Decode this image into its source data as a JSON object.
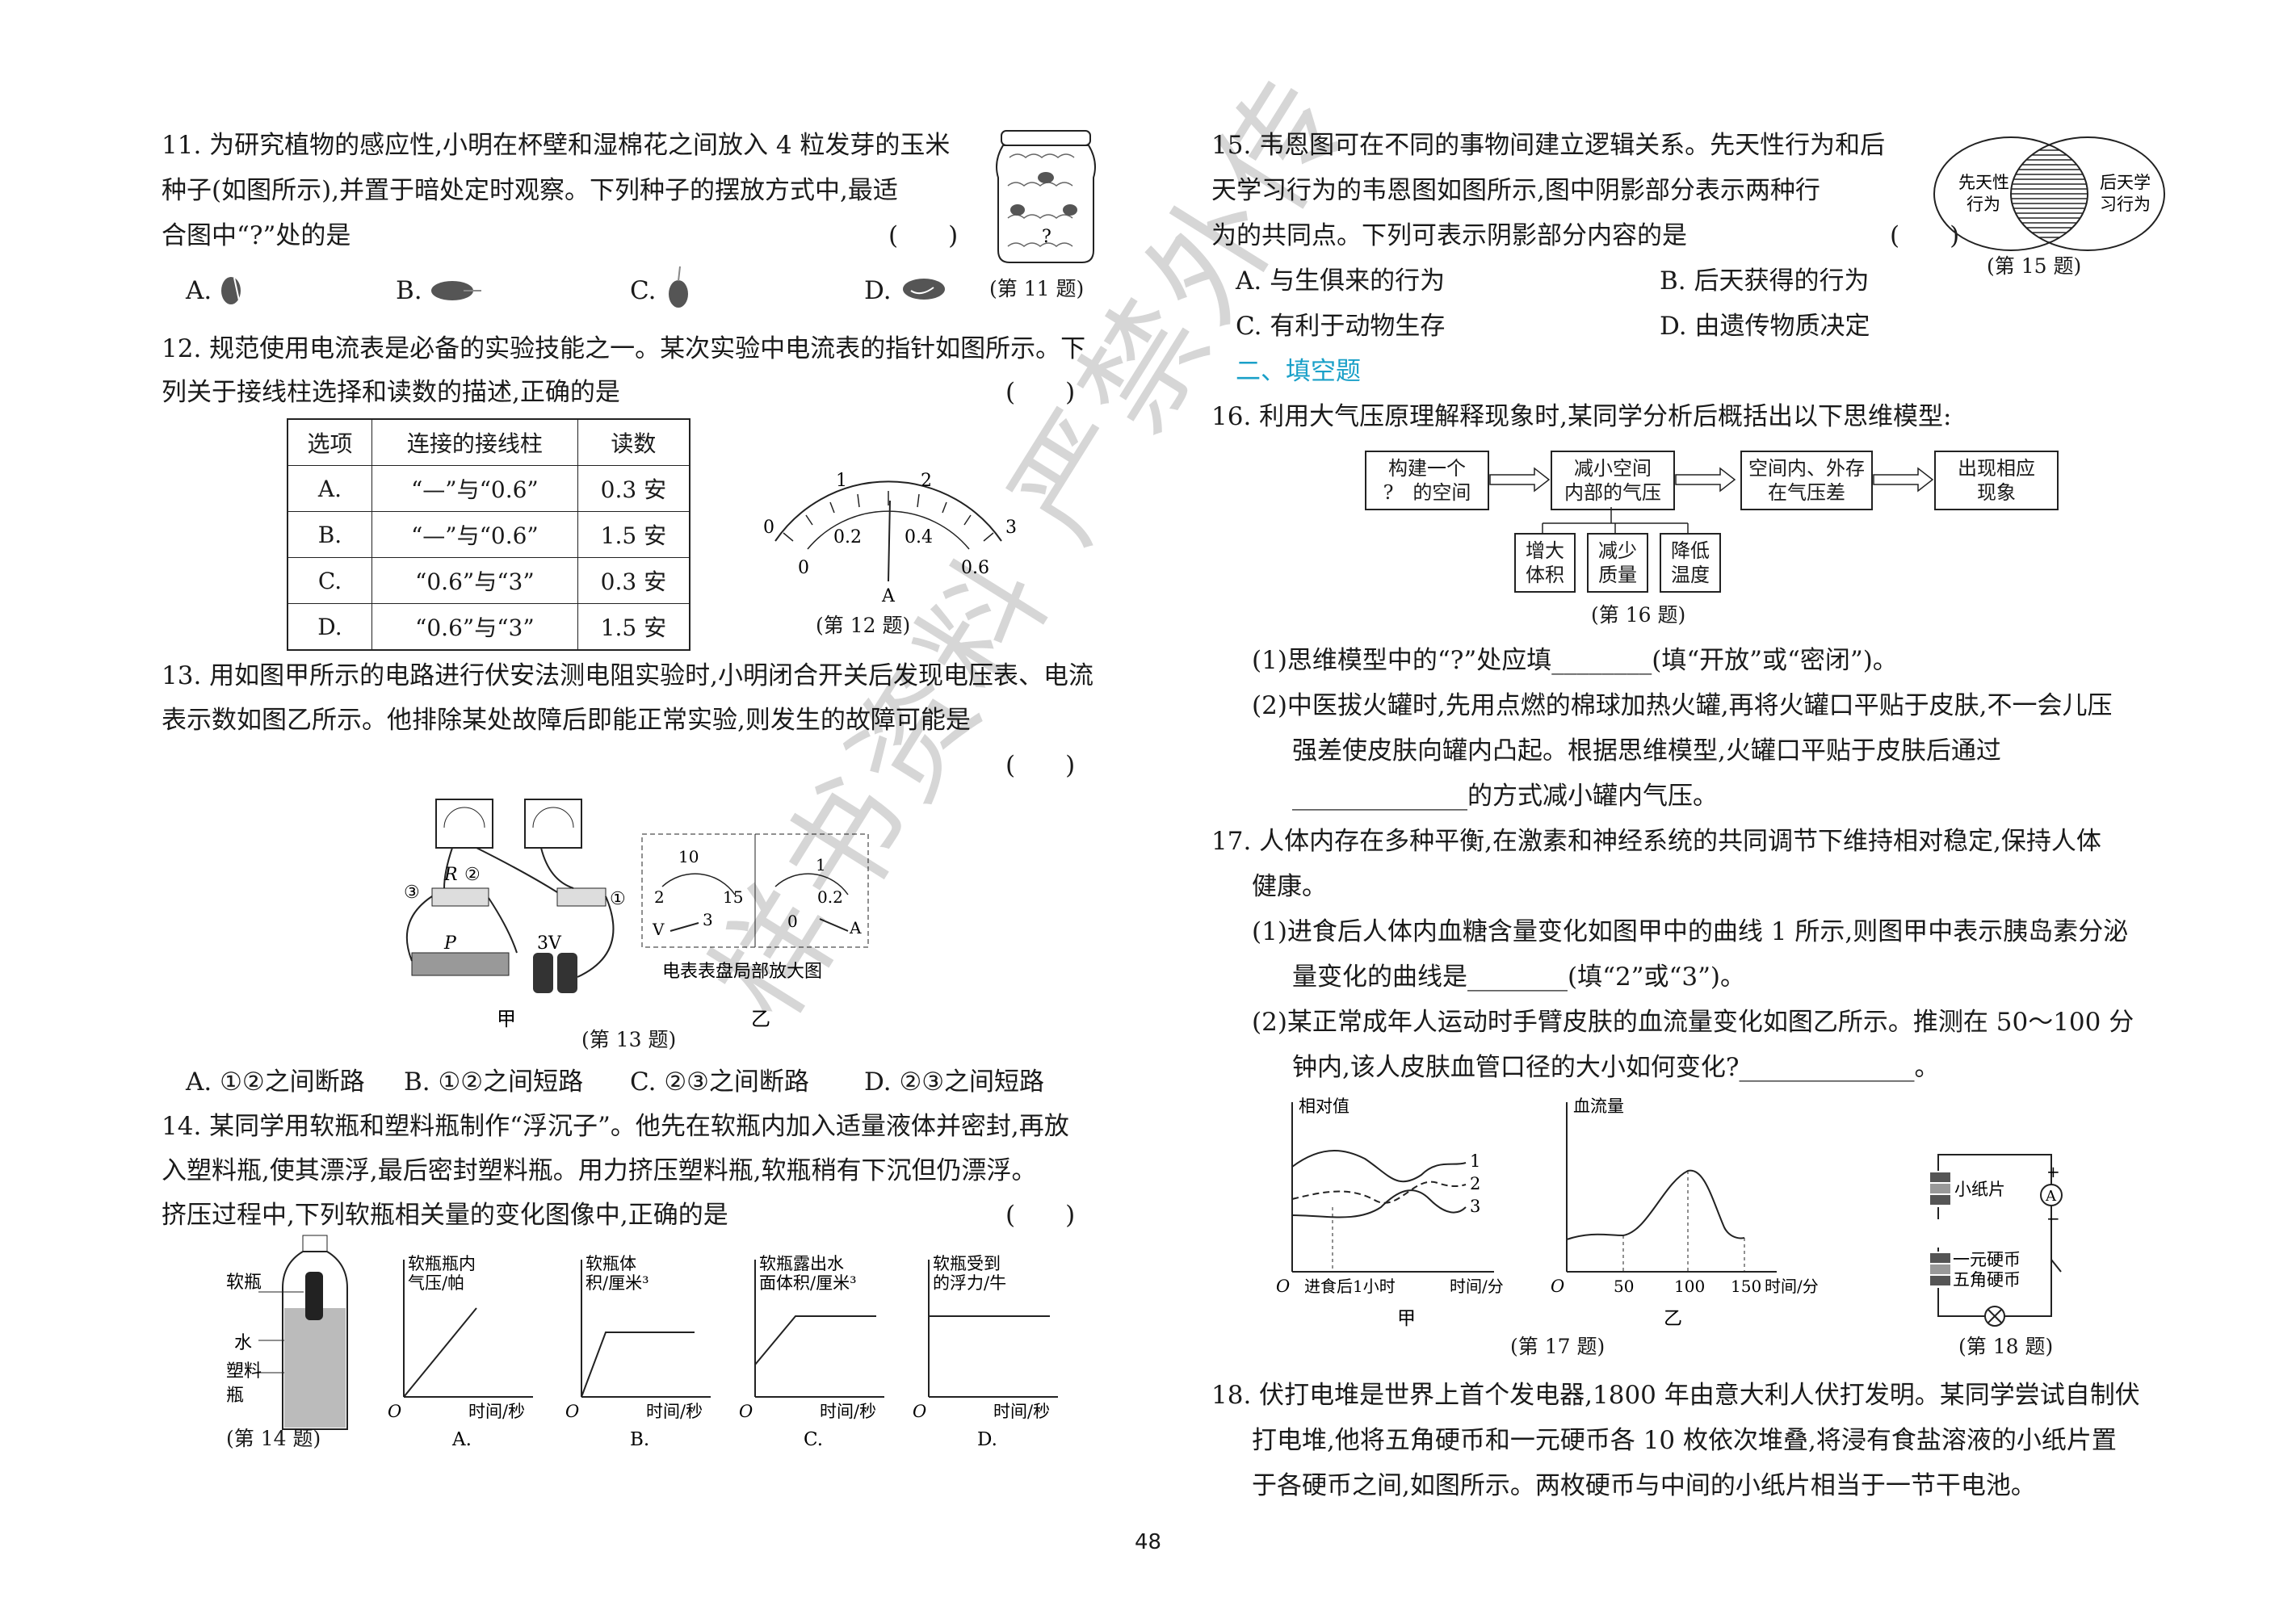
{
  "page_number": "48",
  "watermark": "样书资料 严禁外传",
  "q11": {
    "lines": [
      "11. 为研究植物的感应性,小明在杯壁和湿棉花之间放入 4 粒发芽的玉米",
      "种子(如图所示),并置于暗处定时观察。下列种子的摆放方式中,最适",
      "合图中“?”处的是"
    ],
    "bracket": "(　　)",
    "options": [
      "A.",
      "B.",
      "C.",
      "D."
    ],
    "figure_mark": "?",
    "caption": "(第 11 题)"
  },
  "q12": {
    "lines": [
      "12. 规范使用电流表是必备的实验技能之一。某次实验中电流表的指针如图所示。下",
      "列关于接线柱选择和读数的描述,正确的是"
    ],
    "bracket": "(　　)",
    "table_header": [
      "选项",
      "连接的接线柱",
      "读数"
    ],
    "table_rows": [
      [
        "A.",
        "“—”与“0.6”",
        "0.3 安"
      ],
      [
        "B.",
        "“—”与“0.6”",
        "1.5 安"
      ],
      [
        "C.",
        "“0.6”与“3”",
        "0.3 安"
      ],
      [
        "D.",
        "“0.6”与“3”",
        "1.5 安"
      ]
    ],
    "meter_labels": {
      "upper": [
        "0",
        "1",
        "2",
        "3"
      ],
      "lower": [
        "0",
        "0.2",
        "0.4",
        "0.6"
      ],
      "unit": "A"
    },
    "caption": "(第 12 题)"
  },
  "q13": {
    "lines": [
      "13. 用如图甲所示的电路进行伏安法测电阻实验时,小明闭合开关后发现电压表、电流",
      "表示数如图乙所示。他排除某处故障后即能正常实验,则发生的故障可能是"
    ],
    "bracket": "(　　)",
    "fig_labels": {
      "R": "R",
      "n1": "①",
      "n2": "②",
      "n3": "③",
      "P": "P",
      "battery": "3V",
      "jia": "甲",
      "yi": "乙",
      "enlarge": "电表表盘局部放大图",
      "v_scale": [
        "10",
        "2",
        "15",
        "3"
      ],
      "v_unit": "V",
      "a_scale": [
        "1",
        "0.2",
        "0"
      ],
      "a_unit": "A"
    },
    "caption": "(第 13 题)",
    "options": [
      "A. ①②之间断路",
      "B. ①②之间短路",
      "C. ②③之间断路",
      "D. ②③之间短路"
    ]
  },
  "q14": {
    "lines": [
      "14. 某同学用软瓶和塑料瓶制作“浮沉子”。他先在软瓶内加入适量液体并密封,再放",
      "入塑料瓶,使其漂浮,最后密封塑料瓶。用力挤压塑料瓶,软瓶稍有下沉但仍漂浮。",
      "挤压过程中,下列软瓶相关量的变化图像中,正确的是"
    ],
    "bracket": "(　　)",
    "bottle_labels": [
      "软瓶",
      "水",
      "塑料",
      "瓶"
    ],
    "caption": "(第 14 题)",
    "graphs": [
      {
        "ylabel1": "软瓶瓶内",
        "ylabel2": "气压/帕",
        "letter": "A."
      },
      {
        "ylabel1": "软瓶体",
        "ylabel2": "积/厘米³",
        "letter": "B."
      },
      {
        "ylabel1": "软瓶露出水",
        "ylabel2": "面体积/厘米³",
        "letter": "C."
      },
      {
        "ylabel1": "软瓶受到",
        "ylabel2": "的浮力/牛",
        "letter": "D."
      }
    ],
    "origin": "O",
    "xlabel": "时间/秒"
  },
  "q15": {
    "lines": [
      "15. 韦恩图可在不同的事物间建立逻辑关系。先天性行为和后",
      "天学习行为的韦恩图如图所示,图中阴影部分表示两种行",
      "为的共同点。下列可表示阴影部分内容的是"
    ],
    "bracket": "(　　)",
    "options": [
      "A. 与生俱来的行为",
      "B. 后天获得的行为",
      "C. 有利于动物生存",
      "D. 由遗传物质决定"
    ],
    "venn_left": [
      "先天性",
      "行为"
    ],
    "venn_right": [
      "后天学",
      "习行为"
    ],
    "caption": "(第 15 题)"
  },
  "section2": "二、填空题",
  "q16": {
    "line": "16. 利用大气压原理解释现象时,某同学分析后概括出以下思维模型:",
    "box1": [
      "构建一个",
      "?　的空间"
    ],
    "box2": [
      "减小空间",
      "内部的气压"
    ],
    "box3": [
      "空间内、外存",
      "在气压差"
    ],
    "box4": [
      "出现相应",
      "现象"
    ],
    "sub1": [
      "增大",
      "体积"
    ],
    "sub2": [
      "减少",
      "质量"
    ],
    "sub3": [
      "降低",
      "温度"
    ],
    "caption": "(第 16 题)",
    "p1": "(1)思维模型中的“?”处应填________(填“开放”或“密闭”)。",
    "p2": [
      "(2)中医拔火罐时,先用点燃的棉球加热火罐,再将火罐口平贴于皮肤,不一会儿压",
      "强差使皮肤向罐内凸起。根据思维模型,火罐口平贴于皮肤后通过",
      "______________的方式减小罐内气压。"
    ]
  },
  "q17": {
    "lines": [
      "17. 人体内存在多种平衡,在激素和神经系统的共同调节下维持相对稳定,保持人体",
      "健康。"
    ],
    "p1": [
      "(1)进食后人体内血糖含量变化如图甲中的曲线 1 所示,则图甲中表示胰岛素分泌",
      "量变化的曲线是________(填“2”或“3”)。"
    ],
    "p2": [
      "(2)某正常成年人运动时手臂皮肤的血流量变化如图乙所示。推测在 50～100 分",
      "钟内,该人皮肤血管口径的大小如何变化?______________。"
    ],
    "graph_jia": {
      "ylabel": "相对值",
      "xlabel": "时间/分",
      "xmark": "进食后1小时",
      "origin": "O",
      "curves": [
        "1",
        "2",
        "3"
      ],
      "name": "甲"
    },
    "graph_yi": {
      "ylabel": "血流量",
      "xlabel": "时间/分",
      "ticks": [
        "50",
        "100",
        "150"
      ],
      "origin": "O",
      "name": "乙"
    },
    "caption": "(第 17 题)"
  },
  "q18fig": {
    "labels": [
      "小纸片",
      "一元硬币",
      "五角硬币"
    ],
    "plus": "+",
    "minus": "−",
    "meter": "A",
    "caption": "(第 18 题)"
  },
  "q18": {
    "lines": [
      "18. 伏打电堆是世界上首个发电器,1800 年由意大利人伏打发明。某同学尝试自制伏",
      "打电堆,他将五角硬币和一元硬币各 10 枚依次堆叠,将浸有食盐溶液的小纸片置",
      "于各硬币之间,如图所示。两枚硬币与中间的小纸片相当于一节干电池。"
    ]
  }
}
